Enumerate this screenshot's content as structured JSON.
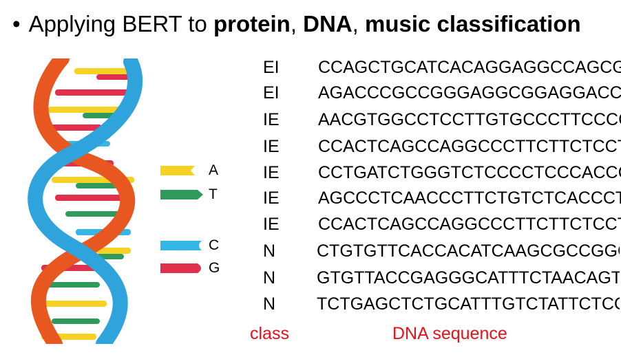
{
  "title": {
    "bullet": "•",
    "prefix": "Applying BERT to ",
    "protein": "protein",
    "sep1": ", ",
    "dna": "DNA",
    "sep2": ", ",
    "music": "music classification"
  },
  "legend": [
    {
      "letter": "A",
      "color": "#f5d224"
    },
    {
      "letter": "T",
      "color": "#2f9a5c"
    },
    {
      "letter": "C",
      "color": "#35b6e6"
    },
    {
      "letter": "G",
      "color": "#e0304c"
    }
  ],
  "rows": [
    {
      "cls": "EI",
      "seq": "CCAGCTGCATCACAGGAGGCCAGCG"
    },
    {
      "cls": "EI",
      "seq": "AGACCCGCCGGGAGGCGGAGGACC"
    },
    {
      "cls": "IE",
      "seq": "AACGTGGCCTCCTTGTGCCCTTCCCC"
    },
    {
      "cls": "IE",
      "seq": "CCACTCAGCCAGGCCCTTCTTCTCCT"
    },
    {
      "cls": "IE",
      "seq": "CCTGATCTGGGTCTCCCCTCCCACCC"
    },
    {
      "cls": "IE",
      "seq": "AGCCCTCAACCCTTCTGTCTCACCCT"
    },
    {
      "cls": "IE",
      "seq": "CCACTCAGCCAGGCCCTTCTTCTCCT"
    },
    {
      "cls": "N",
      "seq": "CTGTGTTCACCACATCAAGCGCCGGG"
    },
    {
      "cls": "N",
      "seq": "GTGTTACCGAGGGCATTTCTAACAGT"
    },
    {
      "cls": "N",
      "seq": "TCTGAGCTCTGCATTTGTCTATTCTCC"
    }
  ],
  "footer": {
    "class_label": "class",
    "seq_label": "DNA sequence",
    "color": "#e8101c"
  },
  "colors": {
    "strand_orange": "#e8571f",
    "strand_blue": "#2fa4dc"
  }
}
